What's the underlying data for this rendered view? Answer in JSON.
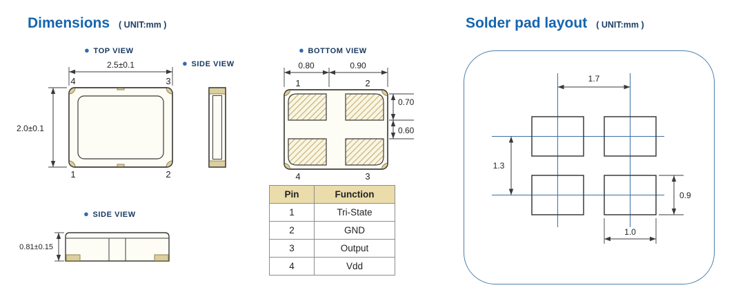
{
  "colors": {
    "title_blue": "#1465ad",
    "navy_text": "#16375f",
    "line_dark": "#3a3a3a",
    "pad_beige": "#dccf9f",
    "hatch_tan": "#bfae6e",
    "body_cream": "#fdfcf5",
    "table_header_bg": "#eadcab",
    "panel_border_blue": "#4c7da8",
    "centerline_blue": "#3a6ea5"
  },
  "dimensions_section": {
    "title": "Dimensions",
    "unit": "( UNIT:mm )",
    "top_view": {
      "label": "TOP VIEW",
      "dim_width": "2.5±0.1",
      "dim_height": "2.0±0.1",
      "pin_tl": "4",
      "pin_tr": "3",
      "pin_bl": "1",
      "pin_br": "2"
    },
    "side_view_right": {
      "label": "SIDE VIEW"
    },
    "bottom_view": {
      "label": "BOTTOM VIEW",
      "dim_a": "0.80",
      "dim_b": "0.90",
      "dim_c": "0.70",
      "dim_d": "0.60",
      "pin_tl": "1",
      "pin_tr": "2",
      "pin_bl": "4",
      "pin_br": "3"
    },
    "side_view_bottom": {
      "label": "SIDE VIEW",
      "dim_height": "0.81±0.15"
    },
    "pin_table": {
      "col_pin": "Pin",
      "col_function": "Function",
      "rows": [
        {
          "pin": "1",
          "function": "Tri-State"
        },
        {
          "pin": "2",
          "function": "GND"
        },
        {
          "pin": "3",
          "function": "Output"
        },
        {
          "pin": "4",
          "function": "Vdd"
        }
      ]
    }
  },
  "solder_section": {
    "title": "Solder pad layout",
    "unit": "( UNIT:mm )",
    "dim_pitch_x": "1.7",
    "dim_pitch_y": "1.3",
    "dim_pad_height": "0.9",
    "dim_pad_width": "1.0"
  }
}
